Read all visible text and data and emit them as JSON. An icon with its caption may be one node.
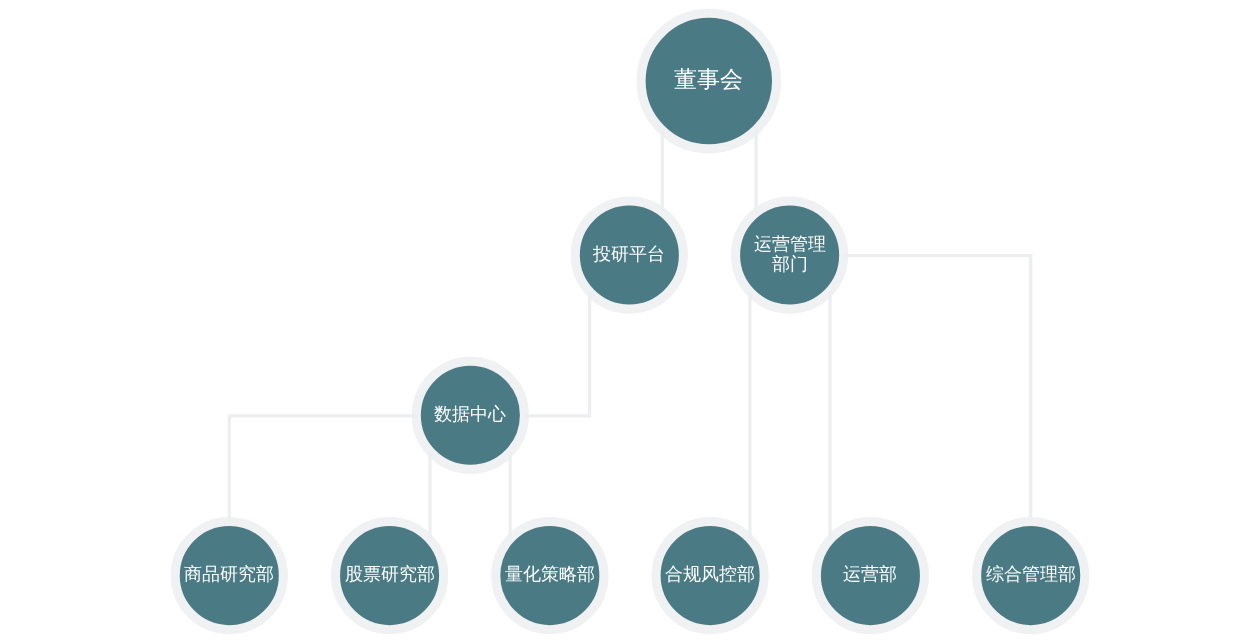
{
  "diagram": {
    "nodes": [
      {
        "text": [
          "董事会"
        ]
      },
      {
        "text": [
          "投研平台"
        ]
      },
      {
        "text": [
          "运营管理部门"
        ]
      },
      {
        "text": [
          "数据中心"
        ]
      },
      {
        "text": [
          "商品研究部"
        ]
      },
      {
        "text": [
          "股票研究部"
        ]
      },
      {
        "text": [
          "量化策略部"
        ]
      },
      {
        "text": [
          "合规风控部"
        ]
      },
      {
        "text": [
          "运营部"
        ]
      },
      {
        "text": [
          "综合管理部"
        ]
      }
    ],
    "edges": [
      {
        "from": 0,
        "to": 1,
        "arrow": "none"
      },
      {
        "from": 0,
        "to": 2,
        "arrow": "none"
      },
      {
        "from": 1,
        "to": 3,
        "arrow": "none"
      },
      {
        "from": 3,
        "to": 4,
        "arrow": "none"
      },
      {
        "from": 3,
        "to": 5,
        "arrow": "none"
      },
      {
        "from": 3,
        "to": 6,
        "arrow": "none"
      },
      {
        "from": 2,
        "to": 7,
        "arrow": "none"
      },
      {
        "from": 2,
        "to": 8,
        "arrow": "none"
      },
      {
        "from": 2,
        "to": 9,
        "arrow": "none"
      }
    ]
  }
}
